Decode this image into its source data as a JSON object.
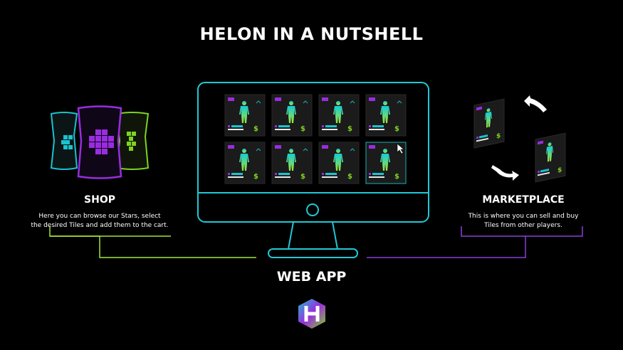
{
  "title": "HELON IN A NUTSHELL",
  "shop": {
    "title": "SHOP",
    "description_line1": "Here you can browse our Stars, select",
    "description_line2": "the desired Tiles and add them to the cart."
  },
  "marketplace": {
    "title": "MARKETPLACE",
    "description_line1": "This is where you can sell and buy",
    "description_line2": "Tiles from other players."
  },
  "webapp": {
    "title": "WEB APP"
  },
  "colors": {
    "background": "#000000",
    "shop_accent": "#a3e635",
    "marketplace_accent": "#8b3fd9",
    "monitor": "#1fc9d6",
    "pack_cyan": "#19c3cf",
    "pack_purple": "#9a2ce0",
    "pack_green": "#7ed321",
    "figure_gradient_top": "#16c9d8",
    "figure_gradient_bottom": "#9ee83a"
  },
  "icons": [
    "shop-packs-icon",
    "tile-card-icon",
    "cursor-icon",
    "cycle-arrow-icon",
    "helon-logo-icon"
  ]
}
